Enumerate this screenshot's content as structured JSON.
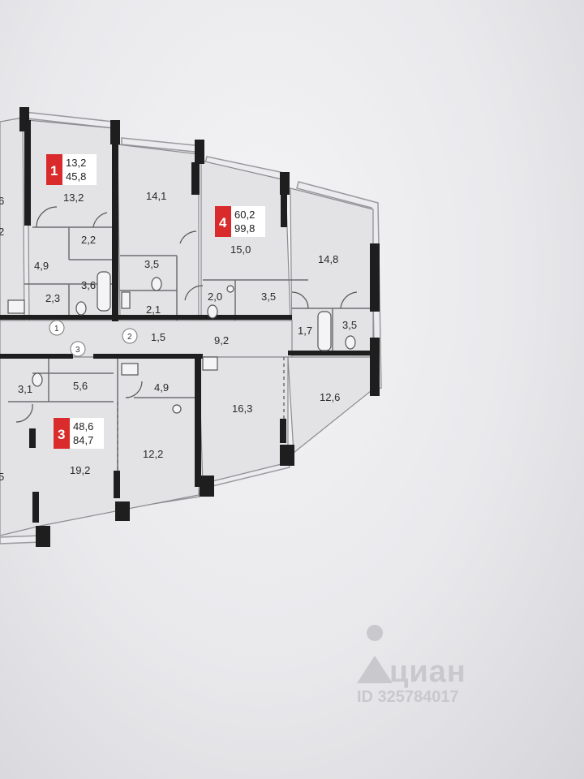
{
  "rooms": [
    {
      "id": "r1",
      "label": "13,2"
    },
    {
      "id": "r2",
      "label": "14,1"
    },
    {
      "id": "r3",
      "label": "15,0"
    },
    {
      "id": "r4",
      "label": "14,8"
    },
    {
      "id": "r5",
      "label": "2,2"
    },
    {
      "id": "r6",
      "label": "4,9"
    },
    {
      "id": "r7",
      "label": "3,6"
    },
    {
      "id": "r8",
      "label": "2,3"
    },
    {
      "id": "r9",
      "label": "3,5"
    },
    {
      "id": "r10",
      "label": "2,1"
    },
    {
      "id": "r11",
      "label": "1,5"
    },
    {
      "id": "r12",
      "label": "2,0"
    },
    {
      "id": "r13",
      "label": "3,5"
    },
    {
      "id": "r14",
      "label": "9,2"
    },
    {
      "id": "r15",
      "label": "1,7"
    },
    {
      "id": "r16",
      "label": "3,5"
    },
    {
      "id": "r17",
      "label": "3,1"
    },
    {
      "id": "r18",
      "label": "5,6"
    },
    {
      "id": "r19",
      "label": "4,9"
    },
    {
      "id": "r20",
      "label": "16,3"
    },
    {
      "id": "r21",
      "label": "12,6"
    },
    {
      "id": "r22",
      "label": "19,2"
    },
    {
      "id": "r23",
      "label": "12,2"
    },
    {
      "id": "r24",
      "label": "6"
    },
    {
      "id": "r25",
      "label": "2"
    },
    {
      "id": "r26",
      "label": "5"
    }
  ],
  "door_markers": [
    "1",
    "2",
    "3"
  ],
  "apartments": [
    {
      "number": "1",
      "living": "13,2",
      "total": "45,8"
    },
    {
      "number": "4",
      "living": "60,2",
      "total": "99,8"
    },
    {
      "number": "3",
      "living": "48,6",
      "total": "84,7"
    }
  ],
  "watermark": {
    "brand": "циан",
    "listing_id": "ID 325784017"
  },
  "colors": {
    "badge": "#d92b2b",
    "wall": "#1e1e1e",
    "room_fill": "#e3e3e6",
    "balcony": "#ececef"
  }
}
